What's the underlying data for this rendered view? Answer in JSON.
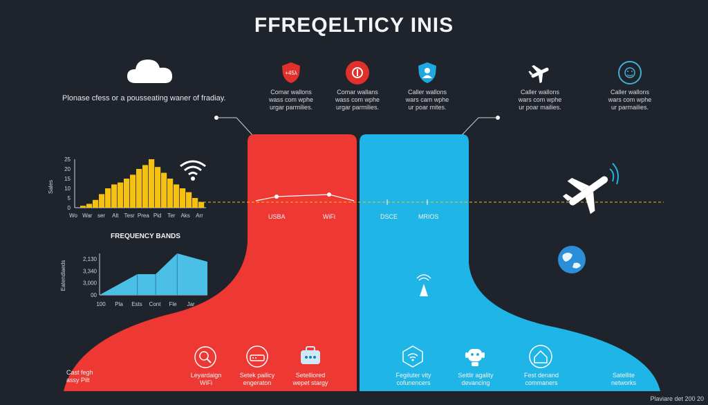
{
  "title": "FFREQELTICY INIS",
  "tagline": "Plonase cfess or a pousseating waner of fradiay.",
  "top_icons": [
    {
      "name": "shield-red-icon",
      "badge": "+45λ",
      "caption": [
        "Comar wallons",
        "wass com wphe",
        "urgar parmilies."
      ],
      "color": "#e0302c"
    },
    {
      "name": "stop-red-icon",
      "caption": [
        "Comar wallans",
        "wass com wphe",
        "urgar parmilies."
      ],
      "color": "#e0302c"
    },
    {
      "name": "user-shield-icon",
      "caption": [
        "Caller wallons",
        "wars cam wphe",
        "ur poar mites."
      ],
      "color": "#1ea7e1"
    },
    {
      "name": "airplane-icon",
      "caption": [
        "Caller wallons",
        "wars com wphe",
        "ur poar mailies."
      ],
      "color": "#ffffff"
    },
    {
      "name": "face-circle-icon",
      "caption": [
        "Caller wallons",
        "wars com wphe",
        "ur parmailies."
      ],
      "color": "#3fb2d8"
    }
  ],
  "band_labels": [
    "USBA",
    "WiFi",
    "DSCE",
    "MRIOS"
  ],
  "chart_top": {
    "type": "bar",
    "ylabel": "Sales",
    "yticks": [
      "0",
      "5",
      "10",
      "15",
      "20",
      "25"
    ],
    "xlabels": [
      "Wo",
      "War",
      "ser",
      "Alt",
      "Tesr",
      "Prea",
      "Pid",
      "Ter",
      "Aks",
      "Arr"
    ],
    "values": [
      1,
      2,
      4,
      7,
      10,
      12,
      13,
      15,
      17,
      20,
      22,
      25,
      21,
      18,
      15,
      12,
      10,
      8,
      5,
      3
    ],
    "ylim": [
      0,
      25
    ],
    "color": "#f5c211"
  },
  "section_title": "FREQUENCY BANDS",
  "chart_bottom": {
    "type": "area",
    "ylabel": "Eatendlaeds",
    "yticks": [
      "00",
      "3,000",
      "3,340",
      "2,130"
    ],
    "xlabels": [
      "100",
      "Pla",
      "Ests",
      "Cont",
      "Fle",
      "Jar"
    ],
    "values": [
      0,
      1.5,
      1.5,
      3,
      2.4
    ],
    "x": [
      0,
      0.35,
      0.52,
      0.72,
      1
    ],
    "ylim": [
      0,
      3
    ],
    "color": "#4bbfe6"
  },
  "bottom_left": [
    "Cast fegh",
    "assy Pilt"
  ],
  "bottom_items": [
    {
      "name": "wifi-search-icon",
      "label": [
        "Leyardaign",
        "WiFi"
      ],
      "color": "#e8453c"
    },
    {
      "name": "router-icon",
      "label": [
        "Setek pailicy",
        "engeraton"
      ],
      "color": "#e8453c"
    },
    {
      "name": "satellite-device-icon",
      "label": [
        "Setelliored",
        "wepet stargy"
      ],
      "color": "#e8453c"
    },
    {
      "name": "wifi-badge-icon",
      "label": [
        "Fegiluter vity",
        "cofunencers"
      ],
      "color": "#1ea7e1"
    },
    {
      "name": "robot-icon",
      "label": [
        "Seitlir agality",
        "devancing"
      ],
      "color": "#1ea7e1"
    },
    {
      "name": "home-shield-icon",
      "label": [
        "Fest denand",
        "commaners"
      ],
      "color": "#1ea7e1"
    }
  ],
  "bottom_right": [
    "Satellite",
    "networks"
  ],
  "footer": "Plaviare det 200 20",
  "colors": {
    "red": "#ee3833",
    "blue": "#1fb5e6",
    "background": "#1f232b",
    "yellow_line": "#f5c211"
  }
}
